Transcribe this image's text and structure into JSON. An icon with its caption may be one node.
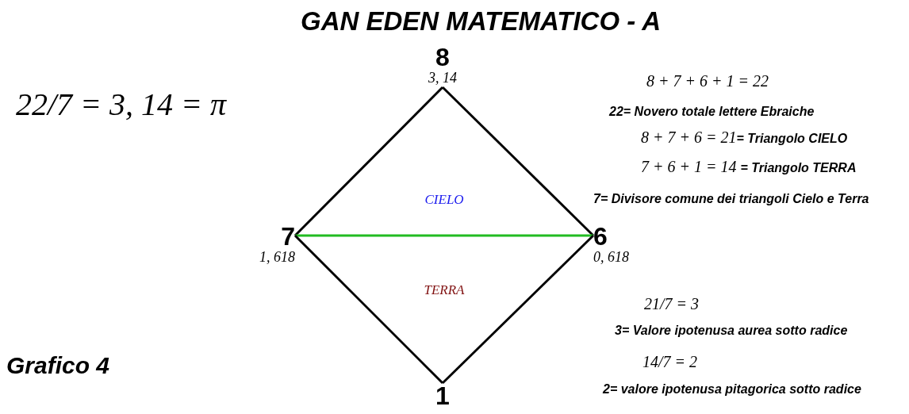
{
  "diagram": {
    "title": "GAN EDEN MATEMATICO  -  A",
    "caption": "Grafico 4",
    "nodes": [
      {
        "text": [
          "8"
        ],
        "beside": [
          "3, 14"
        ]
      },
      {
        "text": [
          "7"
        ],
        "beside": [
          "1, 618"
        ]
      },
      {
        "text": [
          "6"
        ],
        "beside": [
          "0, 618"
        ]
      },
      {
        "text": [
          "1"
        ]
      }
    ],
    "edges": [
      {
        "from": 0,
        "to": 1,
        "arrow": "none"
      },
      {
        "from": 0,
        "to": 2,
        "arrow": "none"
      },
      {
        "from": 1,
        "to": 2,
        "arrow": "none",
        "color": "#22bb22"
      },
      {
        "from": 1,
        "to": 3,
        "arrow": "none"
      },
      {
        "from": 2,
        "to": 3,
        "arrow": "none"
      }
    ],
    "labels": [
      "22/7 = 3, 14 = π",
      "CIELO",
      "TERRA",
      "8 + 7 + 6 + 1 = 22",
      "22= Novero totale lettere Ebraiche",
      "8 + 7 + 6 = 21**= Triangolo CIELO**",
      "7 + 6 + 1 = 14 **= Triangolo TERRA**",
      "7= Divisore comune dei triangoli Cielo e Terra",
      "21/7 = 3",
      "3= Valore ipotenusa aurea sotto radice",
      "14/7 = 2",
      "2= valore ipotenusa pitagorica sotto radice"
    ]
  }
}
